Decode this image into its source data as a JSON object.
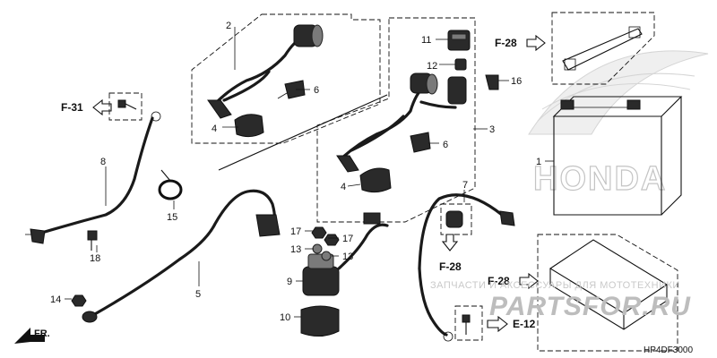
{
  "brand_watermark": "HONDA",
  "watermark": {
    "line1": "ЗАПЧАСТИ И АКСЕССУАРЫ ДЛЯ МОТОТЕХНИКИ",
    "line2": "PARTSFOR.RU"
  },
  "diagram_code": "HP4DF3000",
  "front_label": "FR.",
  "part_labels": {
    "p1": "1",
    "p2": "2",
    "p3": "3",
    "p4a": "4",
    "p4b": "4",
    "p5": "5",
    "p6a": "6",
    "p6b": "6",
    "p7": "7",
    "p8": "8",
    "p9": "9",
    "p10": "10",
    "p11": "11",
    "p12": "12",
    "p13a": "13",
    "p13b": "13",
    "p14": "14",
    "p15": "15",
    "p16": "16",
    "p17a": "17",
    "p17b": "17",
    "p18": "18"
  },
  "references": {
    "f31": "F-31",
    "f28_top": "F-28",
    "f28_mid": "F-28",
    "f28_tray": "F-28",
    "e12": "E-12"
  }
}
